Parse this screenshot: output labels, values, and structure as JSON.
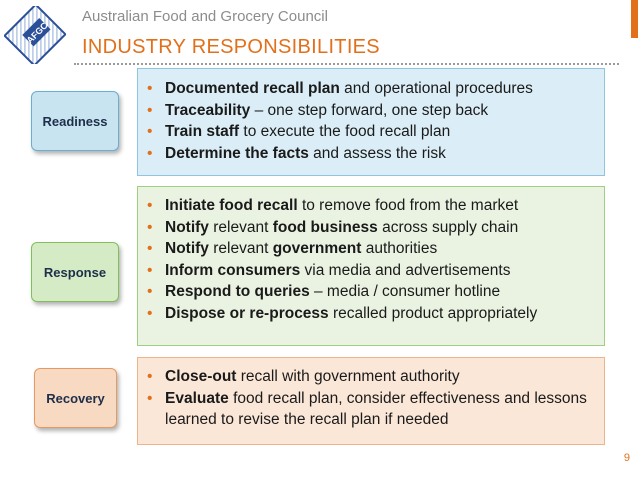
{
  "header": {
    "organisation": "Australian Food and Grocery Council",
    "title": "INDUSTRY RESPONSIBILITIES",
    "logo_text": "AFGC"
  },
  "colors": {
    "accent": "#e2701b",
    "readiness_fill": "#dbeef7",
    "response_fill": "#eaf3e2",
    "recovery_fill": "#fbe7d8"
  },
  "sections": [
    {
      "label": "Readiness",
      "bullets": [
        {
          "bold": "Documented recall plan",
          "rest": " and operational procedures"
        },
        {
          "bold": "Traceability",
          "rest": " – one step forward, one step back"
        },
        {
          "bold": "Train staff",
          "rest": " to execute the food recall plan"
        },
        {
          "bold": "Determine the facts",
          "rest": " and assess the risk"
        }
      ]
    },
    {
      "label": "Response",
      "bullets": [
        {
          "bold": "Initiate food recall",
          "rest": " to remove food from the market"
        },
        {
          "bold": "Notify",
          "mid": " relevant ",
          "bold2": "food business",
          "rest": " across supply chain"
        },
        {
          "bold": "Notify",
          "mid": " relevant ",
          "bold2": "government",
          "rest": " authorities"
        },
        {
          "bold": "Inform consumers",
          "rest": " via media and advertisements"
        },
        {
          "bold": "Respond to queries",
          "rest": " – media / consumer hotline"
        },
        {
          "bold": "Dispose or re-process",
          "rest": " recalled product appropriately"
        }
      ]
    },
    {
      "label": "Recovery",
      "bullets": [
        {
          "bold": "Close-out",
          "rest": " recall with government authority"
        },
        {
          "bold": "Evaluate",
          "rest": " food recall plan, consider effectiveness and lessons learned to revise the recall plan if needed"
        }
      ]
    }
  ],
  "page_number": "9"
}
